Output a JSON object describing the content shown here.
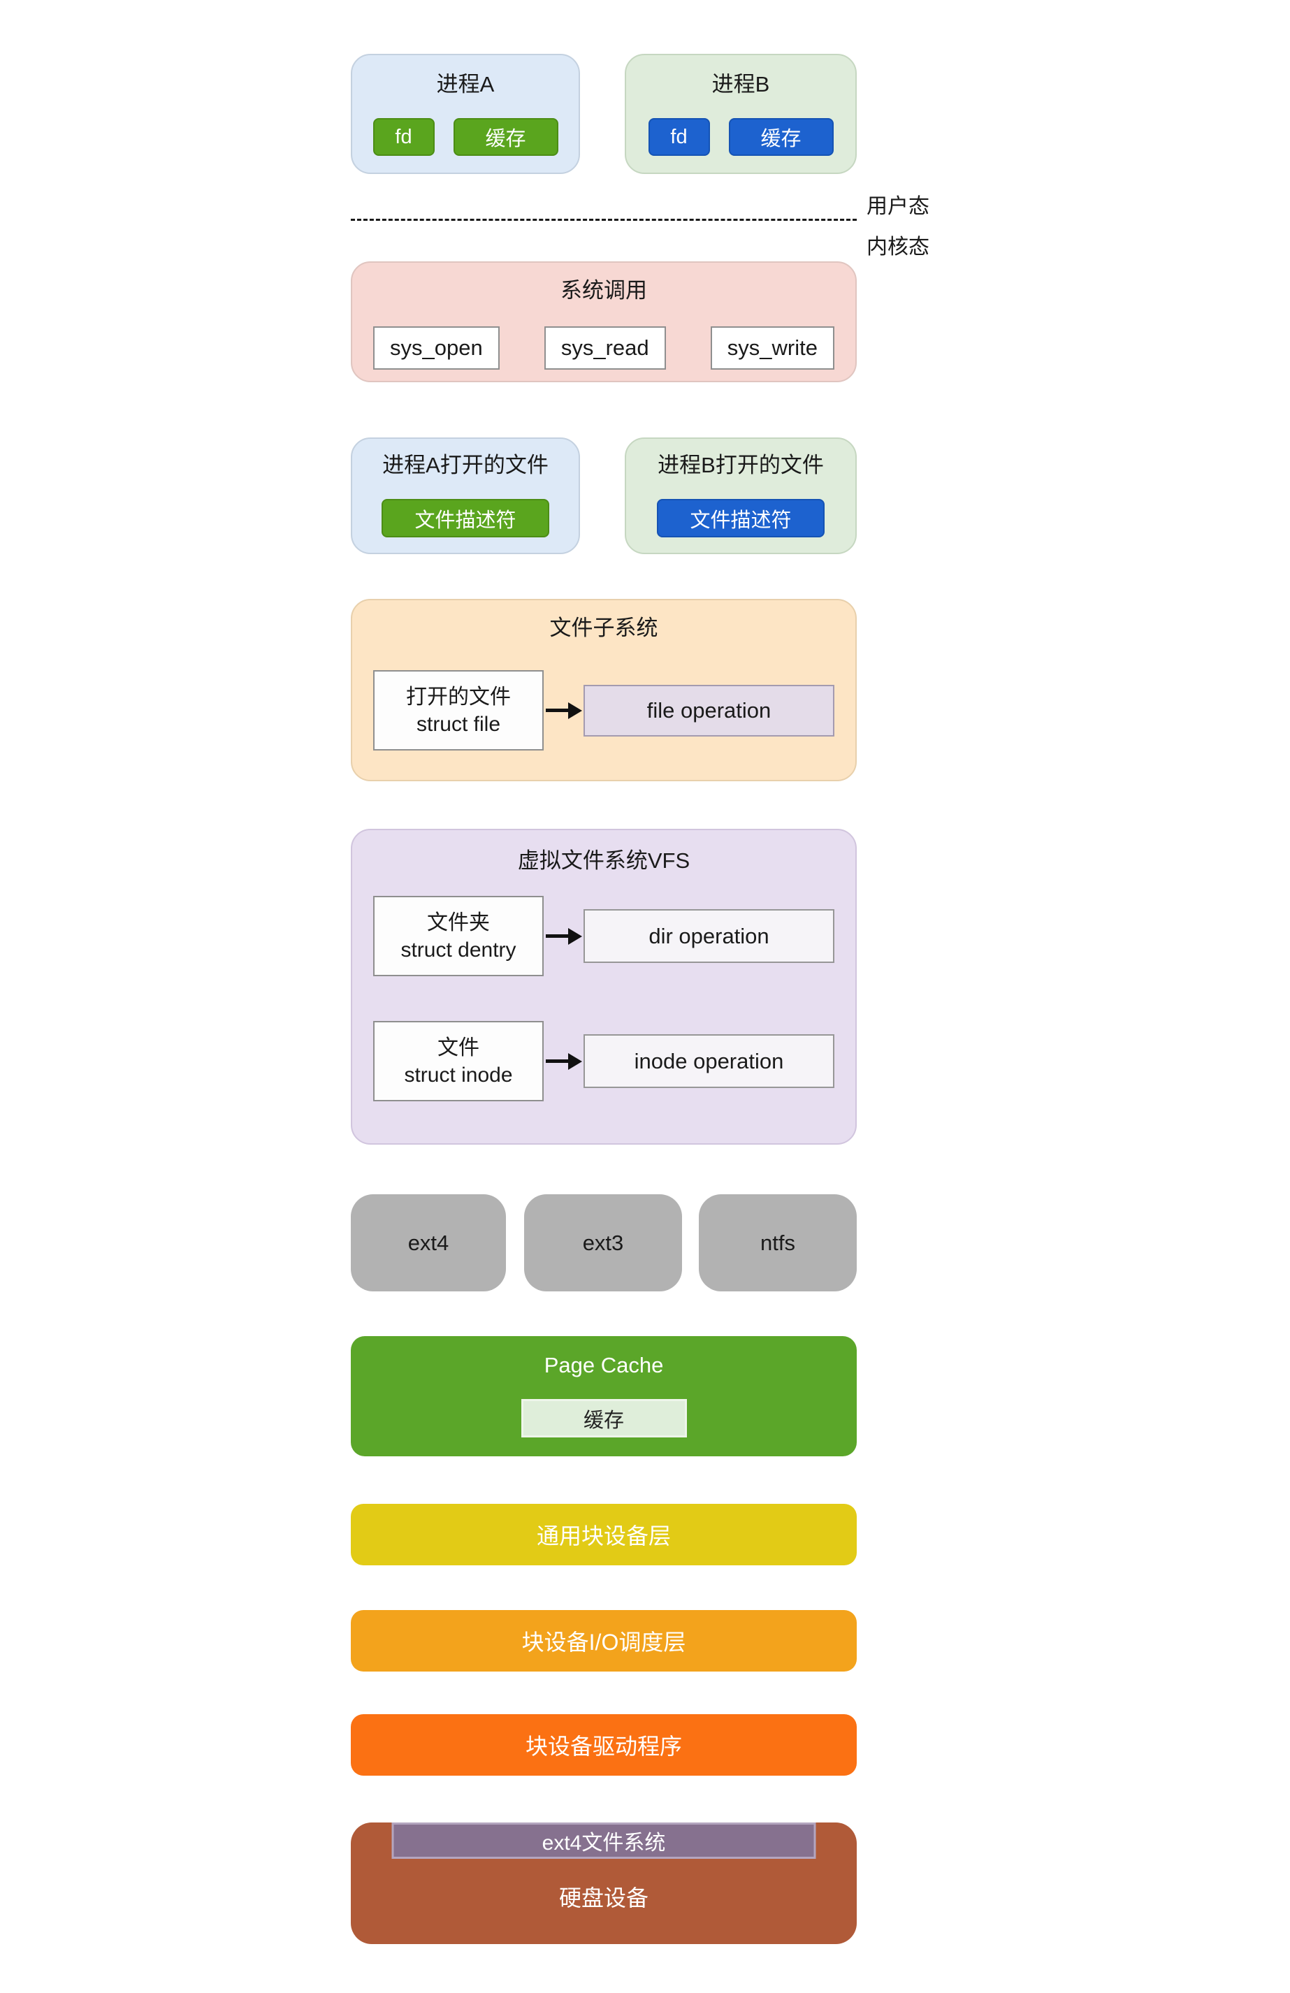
{
  "mode_labels": {
    "user": "用户态",
    "kernel": "内核态"
  },
  "process_a": {
    "title": "进程A",
    "fd": "fd",
    "cache": "缓存"
  },
  "process_b": {
    "title": "进程B",
    "fd": "fd",
    "cache": "缓存"
  },
  "syscall": {
    "title": "系统调用",
    "items": [
      "sys_open",
      "sys_read",
      "sys_write"
    ]
  },
  "open_files_a": {
    "title": "进程A打开的文件",
    "descriptor": "文件描述符"
  },
  "open_files_b": {
    "title": "进程B打开的文件",
    "descriptor": "文件描述符"
  },
  "file_subsystem": {
    "title": "文件子系统",
    "struct_file_line1": "打开的文件",
    "struct_file_line2": "struct file",
    "file_operation": "file operation"
  },
  "vfs": {
    "title": "虚拟文件系统VFS",
    "dentry_line1": "文件夹",
    "dentry_line2": "struct dentry",
    "dir_operation": "dir operation",
    "inode_line1": "文件",
    "inode_line2": "struct inode",
    "inode_operation": "inode operation"
  },
  "filesystems": [
    "ext4",
    "ext3",
    "ntfs"
  ],
  "page_cache": {
    "title": "Page Cache",
    "cache": "缓存"
  },
  "layers": {
    "generic_block": "通用块设备层",
    "io_scheduler": "块设备I/O调度层",
    "block_driver": "块设备驱动程序"
  },
  "disk": {
    "fs_label": "ext4文件系统",
    "title": "硬盘设备"
  },
  "colors": {
    "green": "#5aa51e",
    "blue": "#1d62cf",
    "process-a-bg": "#dde9f7",
    "process-b-bg": "#dfecdb",
    "syscall-bg": "#f7d8d3",
    "file-subsystem-bg": "#fde5c5",
    "vfs-bg": "#e7def0",
    "fs-gray": "#b2b2b2",
    "page-cache-green": "#5ba629",
    "layer-yellow": "#e2cb16",
    "layer-amber": "#f3a31c",
    "layer-orange": "#fb7113",
    "disk-brown": "#b05a38",
    "disk-fs-purple": "#86718f"
  }
}
